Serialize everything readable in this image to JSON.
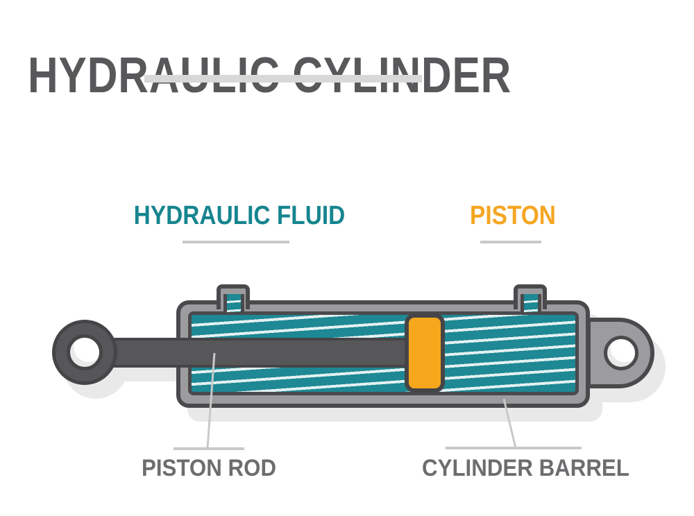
{
  "title": {
    "text": "HYDRAULIC CYLINDER"
  },
  "labels": {
    "hydraulic_fluid": "HYDRAULIC FLUID",
    "piston": "PISTON",
    "piston_rod": "PISTON ROD",
    "cylinder_barrel": "CYLINDER BARREL"
  },
  "diagram": {
    "type": "cutaway illustration of a hydraulic cylinder",
    "parts": [
      {
        "name": "hydraulic-fluid",
        "label": "HYDRAULIC FLUID",
        "color": "#1e8894"
      },
      {
        "name": "piston",
        "label": "PISTON",
        "color": "#f6a71c"
      },
      {
        "name": "piston-rod",
        "label": "PISTON ROD",
        "color": "#57575a"
      },
      {
        "name": "cylinder-barrel",
        "label": "CYLINDER BARREL",
        "color": "#9c9c9f"
      }
    ]
  },
  "colors": {
    "title_gray": "#58585b",
    "label_gray": "#6d6d70",
    "teal": "#1e8894",
    "teal_label": "#16858f",
    "orange": "#f6a71c",
    "orange_label": "#f5a623",
    "barrel_gray": "#9c9c9f",
    "outline_dark": "#4a4a4d",
    "rod_gray": "#57575a",
    "rod_outline": "#454548",
    "line_gray": "#c9c9c9",
    "underline_gray": "#d8d8d8",
    "shadow_gray": "#e9e9e9",
    "stripe": "#e2f1f1",
    "background": "#ffffff"
  }
}
